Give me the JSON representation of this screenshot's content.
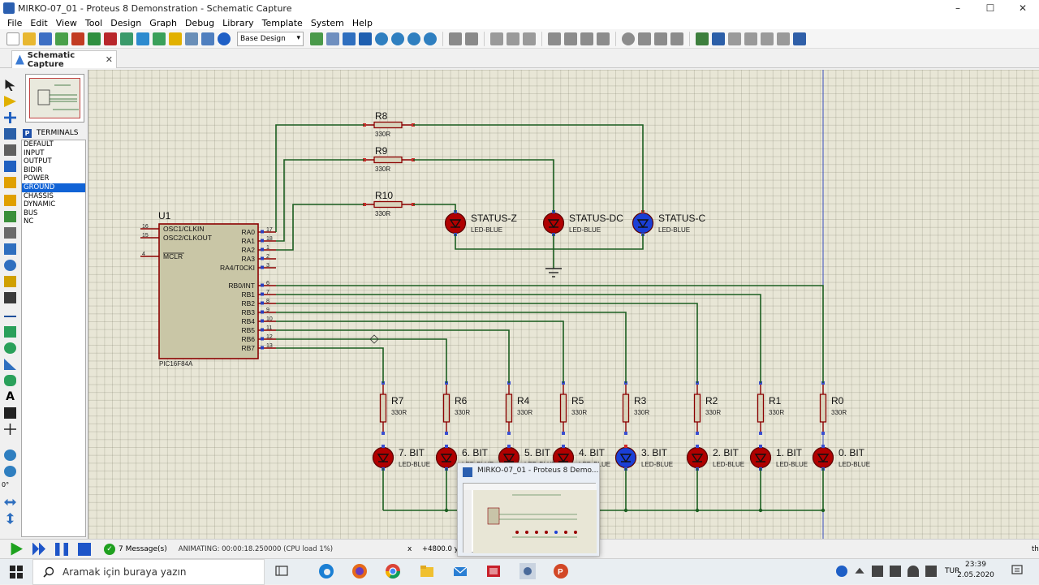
{
  "window": {
    "title": "MIRKO-07_01 - Proteus 8 Demonstration - Schematic Capture",
    "controls": {
      "minimize": "–",
      "maximize": "☐",
      "close": "✕"
    }
  },
  "menu": [
    "File",
    "Edit",
    "View",
    "Tool",
    "Design",
    "Graph",
    "Debug",
    "Library",
    "Template",
    "System",
    "Help"
  ],
  "toolbar": {
    "design_select": "Base Design"
  },
  "tab": {
    "label": "Schematic Capture",
    "close": "✕"
  },
  "sidebar": {
    "mode_button": "P",
    "header": "TERMINALS",
    "items": [
      "DEFAULT",
      "INPUT",
      "OUTPUT",
      "BIDIR",
      "POWER",
      "GROUND",
      "CHASSIS",
      "DYNAMIC",
      "BUS",
      "NC"
    ],
    "selected": "GROUND",
    "rotation": "0°"
  },
  "schematic": {
    "mcu": {
      "ref": "U1",
      "part": "PIC16F84A",
      "left_pins": [
        {
          "num": "16",
          "name": "OSC1/CLKIN"
        },
        {
          "num": "15",
          "name": "OSC2/CLKOUT"
        },
        {
          "num": "4",
          "name": "MCLR"
        }
      ],
      "right_pins": [
        {
          "num": "17",
          "name": "RA0"
        },
        {
          "num": "18",
          "name": "RA1"
        },
        {
          "num": "1",
          "name": "RA2"
        },
        {
          "num": "2",
          "name": "RA3"
        },
        {
          "num": "3",
          "name": "RA4/T0CKI"
        },
        {
          "num": "6",
          "name": "RB0/INT"
        },
        {
          "num": "7",
          "name": "RB1"
        },
        {
          "num": "8",
          "name": "RB2"
        },
        {
          "num": "9",
          "name": "RB3"
        },
        {
          "num": "10",
          "name": "RB4"
        },
        {
          "num": "11",
          "name": "RB5"
        },
        {
          "num": "12",
          "name": "RB6"
        },
        {
          "num": "13",
          "name": "RB7"
        }
      ]
    },
    "top_resistors": [
      {
        "ref": "R8",
        "value": "330R"
      },
      {
        "ref": "R9",
        "value": "330R"
      },
      {
        "ref": "R10",
        "value": "330R"
      }
    ],
    "status_leds": [
      {
        "label": "STATUS-Z",
        "part": "LED-BLUE",
        "on": false
      },
      {
        "label": "STATUS-DC",
        "part": "LED-BLUE",
        "on": false
      },
      {
        "label": "STATUS-C",
        "part": "LED-BLUE",
        "on": true
      }
    ],
    "bit_resistors": [
      {
        "ref": "R7",
        "value": "330R"
      },
      {
        "ref": "R6",
        "value": "330R"
      },
      {
        "ref": "R4",
        "value": "330R"
      },
      {
        "ref": "R5",
        "value": "330R"
      },
      {
        "ref": "R3",
        "value": "330R"
      },
      {
        "ref": "R2",
        "value": "330R"
      },
      {
        "ref": "R1",
        "value": "330R"
      },
      {
        "ref": "R0",
        "value": "330R"
      }
    ],
    "bit_leds": [
      {
        "label": "7. BIT",
        "part": "LED-BLUE",
        "on": false
      },
      {
        "label": "6. BIT",
        "part": "LED-BLUE",
        "on": false
      },
      {
        "label": "5. BIT",
        "part": "LED-BLUE",
        "on": false
      },
      {
        "label": "4. BIT",
        "part": "LED-BLUE",
        "on": false
      },
      {
        "label": "3. BIT",
        "part": "LED-BLUE",
        "on": true
      },
      {
        "label": "2. BIT",
        "part": "LED-BLUE",
        "on": false
      },
      {
        "label": "1. BIT",
        "part": "LED-BLUE",
        "on": false
      },
      {
        "label": "0. BIT",
        "part": "LED-BLUE",
        "on": false
      }
    ]
  },
  "status": {
    "messages": "7 Message(s)",
    "animating": "ANIMATING: 00:00:18.250000 (CPU load 1%)",
    "x_label": "x",
    "coord": "+4800.0  y",
    "right_fragment": "th"
  },
  "thumbnail": {
    "title": "MIRKO-07_01 - Proteus 8 Demo..."
  },
  "taskbar": {
    "search_placeholder": "Aramak için buraya yazın",
    "lang": "TUR",
    "time": "23:39",
    "date": "2.05.2020"
  },
  "colors": {
    "wire": "#1b5e20",
    "led_off": "#b00000",
    "led_on": "#1a3fd6",
    "component": "#8b0000",
    "canvas": "#e8e6d6",
    "selected": "#1163d6"
  }
}
